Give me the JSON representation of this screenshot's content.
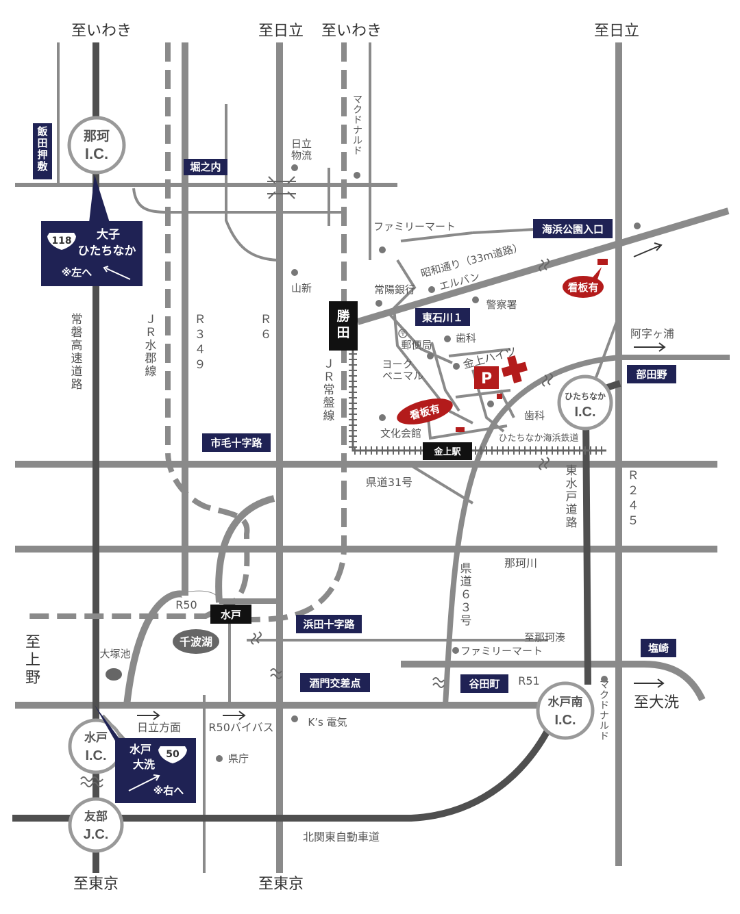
{
  "colors": {
    "road": "#8a8a8a",
    "road_light": "#a0a0a0",
    "road_dark": "#4f4f4f",
    "navy": "#1f2254",
    "red": "#b31b1b",
    "black": "#111"
  },
  "directions": {
    "top_iwaki_left": "至いわき",
    "top_hitachi_mid": "至日立",
    "top_iwaki_mid": "至いわき",
    "top_hitachi_right": "至日立",
    "bottom_tokyo_left": "至東京",
    "bottom_tokyo_mid": "至東京",
    "left_ueno": "至上野",
    "right_oarai": "至大洗",
    "right_azaga": "阿字ヶ浦",
    "nakaminato": "至那珂湊"
  },
  "interchanges": {
    "naka": {
      "l1": "那珂",
      "l2": "I.C."
    },
    "hitachinaka": {
      "l1": "ひたちなか",
      "l2": "I.C."
    },
    "mito": {
      "l1": "水戸",
      "l2": "I.C."
    },
    "tomobe": {
      "l1": "友部",
      "l2": "J.C."
    },
    "mitominami": {
      "l1": "水戸南",
      "l2": "I.C."
    }
  },
  "navy_labels": {
    "handa": "飯田押敷",
    "horinouchi": "堀之内",
    "kaihin": "海浜公園入口",
    "higashiishikawa": "東石川１",
    "hetano": "部田野",
    "ichige": "市毛十字路",
    "hamada": "浜田十字路",
    "sakado": "酒門交差点",
    "yatsuda": "谷田町",
    "shiozaki": "塩崎"
  },
  "sign118": {
    "route": "118",
    "l1": "大子",
    "l2": "ひたちなか",
    "note": "※左へ"
  },
  "sign50": {
    "route": "50",
    "l1": "水戸",
    "l2": "大洗",
    "note": "※右へ"
  },
  "stations": {
    "katsuta": "勝田",
    "mito": "水戸",
    "kaneage": "金上駅"
  },
  "badges": {
    "sign1": "看板有",
    "sign2": "看板有",
    "parking": "P",
    "lake": "千波湖"
  },
  "roads": {
    "joban_exp": "常磐高速道路",
    "jr_suigun": "ＪＲ水郡線",
    "r349": "Ｒ３４９",
    "r6": "Ｒ６",
    "jr_joban": "ＪＲ常盤線",
    "higashi_mito": "東水戸道路",
    "r245": "Ｒ２４５",
    "kendo63": "県道６３号",
    "kendo31": "県道31号",
    "r50": "R50",
    "r50bypass": "R50バイバス",
    "r51": "R51",
    "kitakanto": "北関東自動車道",
    "nakagawa": "那珂川",
    "showa": "昭和通り（33m道路）",
    "hitachi_dir": "日立方面",
    "kaihin_rail": "ひたちなか海浜鉄道"
  },
  "pois": {
    "hitachi_butsuryu_1": "日立",
    "hitachi_butsuryu_2": "物流",
    "mcd_top": "マクドナルド",
    "familymart_top": "ファミリーマート",
    "yamashin": "山新",
    "joyo": "常陽銀行",
    "elvan": "エルバン",
    "police": "警察署",
    "post": "郵便局",
    "dental1": "歯科",
    "york1": "ヨーク",
    "york2": "ベニマル",
    "kaneage_heights": "金上ハイツ",
    "dental2": "歯科",
    "bunka": "文化会館",
    "otsukaike": "大塚池",
    "familymart_bottom": "ファミリーマート",
    "ks": "K’s 電気",
    "kencho": "県庁",
    "mcd_bottom": "マクドナルド"
  }
}
